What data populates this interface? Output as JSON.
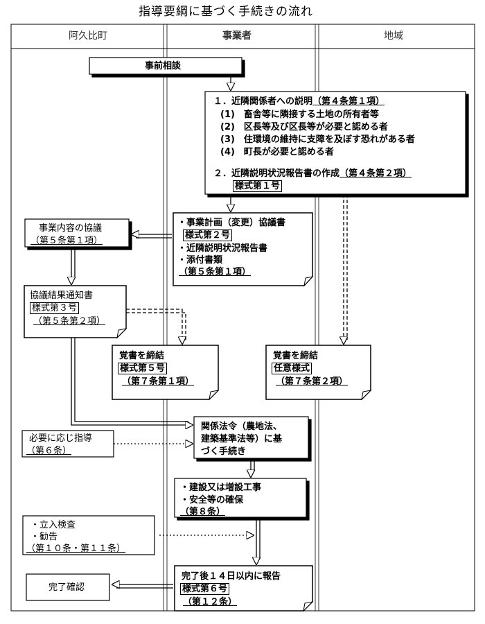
{
  "title": "指導要綱に基づく手続きの流れ",
  "columns": {
    "town": "阿久比町",
    "business": "事業者",
    "area": "地域"
  },
  "pre_consultation": "事前相談",
  "explanation": {
    "heading": "１．近隣関係者への説明",
    "heading_ref": "（第４条第１項）",
    "items": [
      "(1)　畜舎等に隣接する土地の所有者等",
      "(2)　区長等及び区長等が必要と認める者",
      "(3)　住環境の維持に支障を及ぼす恐れがある者",
      "(4)　町長が必要と認める者"
    ],
    "report_heading": "２．近隣説明状況報告書の作成",
    "report_ref": "（第４条第２項）",
    "form": "様式第１号"
  },
  "documents": {
    "line1": "・事業計画（変更）協議書",
    "form": "様式第２号",
    "line2": "・近隣説明状況報告書",
    "line3": "・添付書類",
    "ref": "（第５条第１項）"
  },
  "consultation": {
    "label": "事業内容の協議",
    "ref": "（第５条第１項）"
  },
  "result_notice": {
    "label": "協議結果通知書",
    "form": "様式第３号",
    "ref": "（第５条第２項）"
  },
  "memo_town": {
    "label": "覚書を締結",
    "form": "様式第５号",
    "ref": "（第７条第１項）"
  },
  "memo_area": {
    "label": "覚書を締結",
    "form": "任意様式",
    "ref": "（第７条第２項）"
  },
  "guidance": {
    "label": "必要に応じ指導",
    "ref": "（第６条）"
  },
  "related_laws": {
    "line1": "関係法令（農地法、",
    "line2": "建築基準法等）に基",
    "line3": "づく手続き"
  },
  "construction": {
    "line1": "・建設又は増設工事",
    "line2": "・安全等の確保",
    "ref": "（第８条）"
  },
  "inspection": {
    "line1": "・立入検査",
    "line2": "・勧告",
    "ref": "（第１０条・第１１条）"
  },
  "completion_check": "完了確認",
  "report": {
    "label": "完了後１４日以内に報告",
    "form": "様式第６号",
    "ref": "（第１２条）"
  }
}
